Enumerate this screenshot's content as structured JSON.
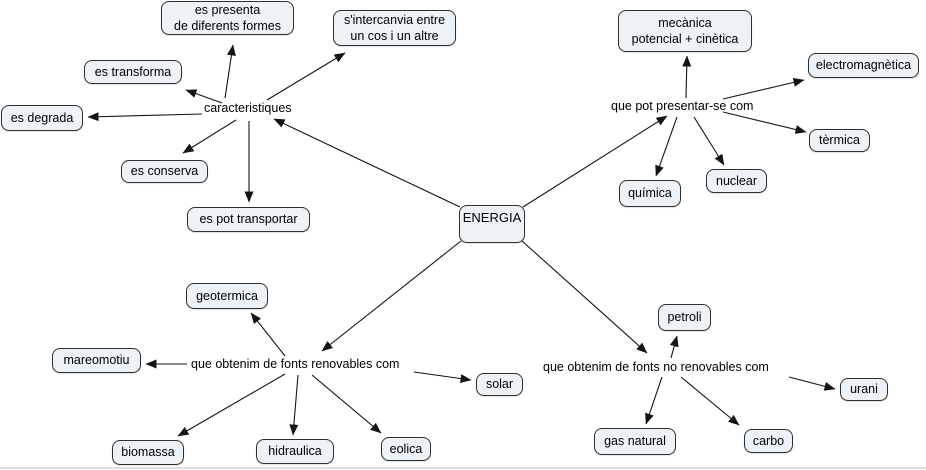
{
  "title": "ENERGIA concept map",
  "colors": {
    "background": "#ffffff",
    "node_fill": "#edf2f6",
    "node_border": "#2e2f30",
    "line": "#141414",
    "text": "#000000"
  },
  "nodes": {
    "energia": "ENERGIA",
    "es_presenta": "es presenta\nde diferents formes",
    "s_intercanvia": "s'intercanvia entre\nun cos i un altre",
    "es_transforma": "es transforma",
    "es_degrada": "es degrada",
    "es_conserva": "es conserva",
    "es_pot_transportar": "es pot transportar",
    "mecanica": "mecànica\npotencial + cinètica",
    "electromagnetica": "electromagnètica",
    "termica": "tèrmica",
    "quimica": "química",
    "nuclear": "nuclear",
    "geotermica": "geotermica",
    "mareomotiu": "mareomotiu",
    "solar": "solar",
    "biomassa": "biomassa",
    "hidraulica": "hidraulica",
    "eolica": "eolica",
    "petroli": "petroli",
    "urani": "urani",
    "gas_natural": "gas natural",
    "carbo": "carbo"
  },
  "link_phrases": {
    "caracteristiques": "caracteristiques",
    "que_pot": "que pot presentar-se com",
    "renovables": "que obtenim de fonts renovables com",
    "no_renovables": "que obtenim de fonts no renovables com"
  },
  "structure": {
    "center": "ENERGIA",
    "branches": [
      {
        "phrase": "caracteristiques",
        "children": [
          "es presenta de diferents formes",
          "s'intercanvia entre un cos i un altre",
          "es transforma",
          "es degrada",
          "es conserva",
          "es pot transportar"
        ]
      },
      {
        "phrase": "que pot presentar-se com",
        "children": [
          "mecànica potencial + cinètica",
          "electromagnètica",
          "tèrmica",
          "química",
          "nuclear"
        ]
      },
      {
        "phrase": "que obtenim de fonts renovables com",
        "children": [
          "geotermica",
          "mareomotiu",
          "solar",
          "biomassa",
          "hidraulica",
          "eolica"
        ]
      },
      {
        "phrase": "que obtenim de fonts no renovables com",
        "children": [
          "petroli",
          "urani",
          "gas natural",
          "carbo"
        ]
      }
    ]
  }
}
